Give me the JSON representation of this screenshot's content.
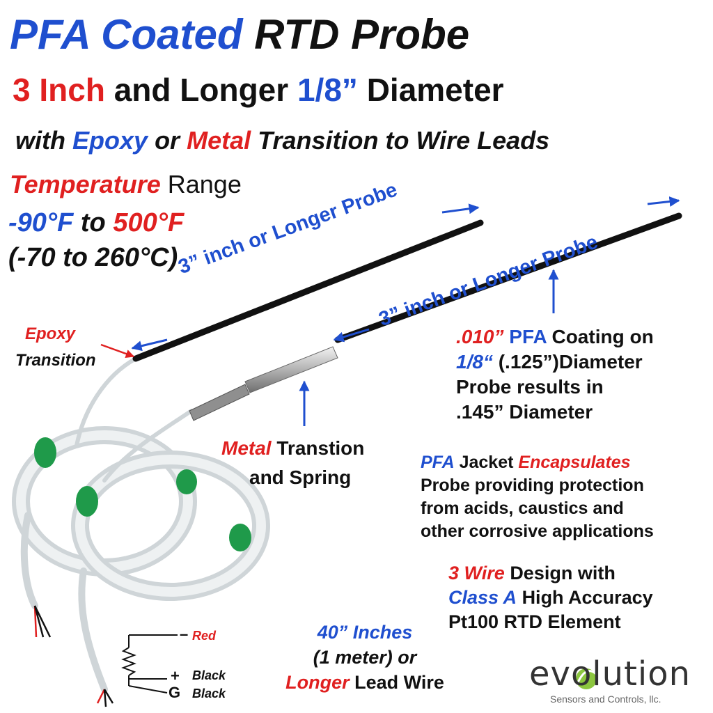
{
  "title": {
    "part1": "PFA Coated",
    "part2": "RTD Probe"
  },
  "subtitle": {
    "part1": "3 Inch",
    "part2": "and Longer",
    "part3": "1/8”",
    "part4": "Diameter"
  },
  "transition_line": {
    "part1": "with",
    "part2": "Epoxy",
    "part3": "or",
    "part4": "Metal",
    "part5": "Transition to Wire Leads"
  },
  "temperature": {
    "label_red": "Temperature",
    "label_rest": "Range",
    "f_low": "-90°F",
    "f_to": "to",
    "f_high": "500°F",
    "celsius": "(-70 to 260°C)"
  },
  "probe_labels": {
    "top": "3” inch or Longer Probe",
    "bottom": "3” inch or Longer Probe"
  },
  "epoxy": {
    "line1": "Epoxy",
    "line2": "Transition"
  },
  "metal": {
    "part1": "Metal",
    "part2": "Transtion",
    "line2": "and Spring"
  },
  "coating": {
    "line1_a": ".010”",
    "line1_b": "PFA",
    "line1_c": "Coating on",
    "line2_a": "1/8“",
    "line2_b": "(.125”)Diameter",
    "line3": "Probe results in",
    "line4": ".145” Diameter"
  },
  "jacket": {
    "line1_a": "PFA",
    "line1_b": "Jacket",
    "line1_c": "Encapsulates",
    "line2": "Probe providing protection",
    "line3": "from acids, caustics and",
    "line4": "other corrosive applications"
  },
  "wire": {
    "line1_a": "3 Wire",
    "line1_b": "Design with",
    "line2_a": "Class A",
    "line2_b": "High Accuracy",
    "line3": "Pt100 RTD Element"
  },
  "lead": {
    "line1": "40” Inches",
    "line2": "(1 meter) or",
    "line3_a": "Longer",
    "line3_b": "Lead Wire"
  },
  "schematic": {
    "minus": "–",
    "red": "Red",
    "plus": "+",
    "black1": "Black",
    "g": "G",
    "black2": "Black"
  },
  "logo": {
    "word": "evolution",
    "tagline": "Sensors and Controls, llc."
  },
  "colors": {
    "blue": "#1f4fcf",
    "red": "#e02020",
    "green": "#1f9a4a",
    "logo_green": "#8cc63f"
  }
}
